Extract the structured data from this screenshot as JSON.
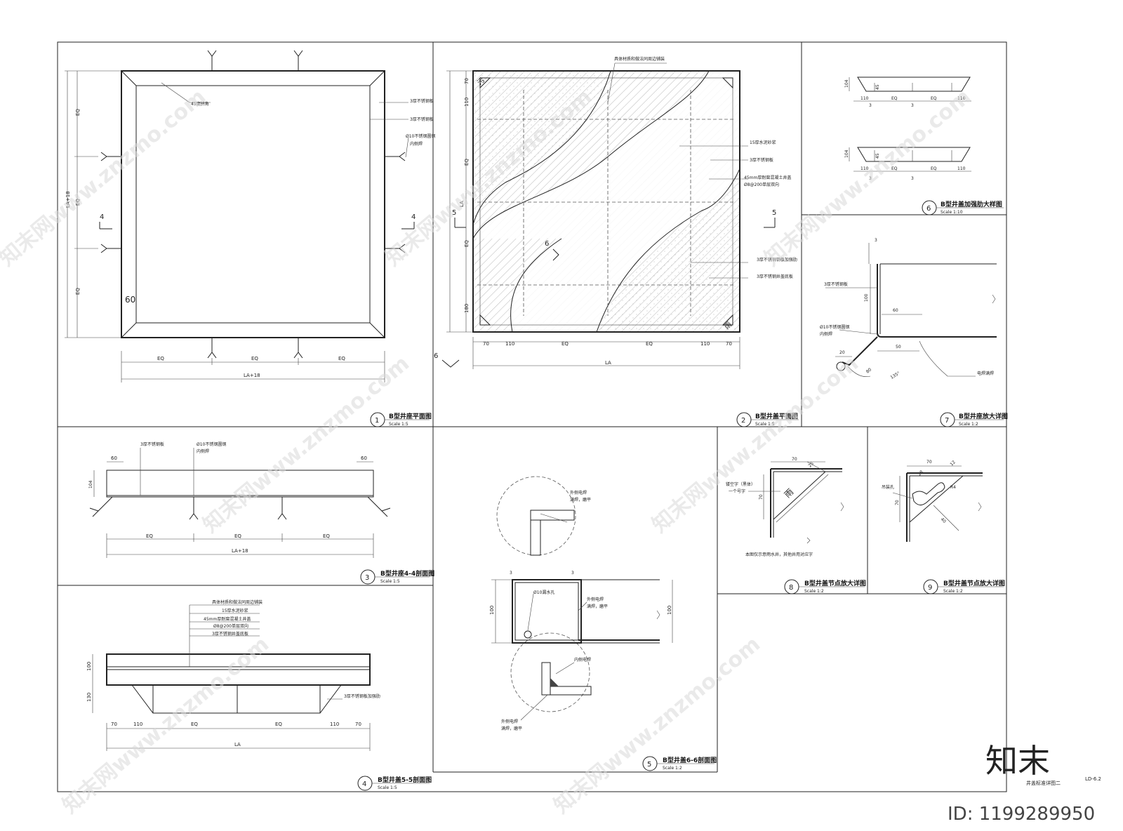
{
  "panels": [
    {
      "num": "1",
      "title": "B型井座平面图",
      "scale": "Scale   1:5"
    },
    {
      "num": "2",
      "title": "B型井盖平面图",
      "scale": "Scale   1:5"
    },
    {
      "num": "6",
      "title": "B型井盖加强肋大样图",
      "scale": "Scale   1:10"
    },
    {
      "num": "7",
      "title": "B型井座放大详图",
      "scale": "Scale   1:2"
    },
    {
      "num": "3",
      "title": "B型井座4-4剖面图",
      "scale": "Scale   1:5"
    },
    {
      "num": "8",
      "title": "B型井盖节点放大详图",
      "scale": "Scale   1:2"
    },
    {
      "num": "9",
      "title": "B型井盖节点放大详图",
      "scale": "Scale   1:2"
    },
    {
      "num": "5",
      "title": "B型井盖6-6剖面图",
      "scale": "Scale   1:2"
    },
    {
      "num": "4",
      "title": "B型井盖5-5剖面图",
      "scale": "Scale   1:5"
    }
  ],
  "p1": {
    "note1": "45度拼角",
    "note2": "3厚不锈钢板",
    "note3": "3厚不锈钢板",
    "note4": "Ø10不锈钢圆钢",
    "note5": "内侧焊",
    "dimEQ": "EQ",
    "dimLA18": "LA+18",
    "dim60": "60",
    "sec4": "4"
  },
  "p2": {
    "topNote": "具体材质和做法同周边铺装",
    "n1": "15厚水泥砂浆",
    "n2": "3厚不锈钢板",
    "n3": "45mm厚耐腐混凝土井盖",
    "n4": "Ø8@200单层双向",
    "n5": "3厚不锈钢钢板加强肋",
    "n6": "3厚不锈钢井盖底板",
    "markRain": "雨",
    "markWash": "污",
    "dimLA": "LA",
    "sec5": "5",
    "sec6": "6",
    "dims": [
      "70",
      "110",
      "EQ",
      "EQ",
      "110",
      "70"
    ],
    "vdims": [
      "70",
      "110",
      "EQ",
      "EQ",
      "180"
    ]
  },
  "p6": {
    "d1": "110",
    "d2": "EQ",
    "d3": "EQ",
    "d4": "110",
    "h": "104",
    "h2": "45",
    "t": "3"
  },
  "p7": {
    "n1": "3厚不锈钢板",
    "n2": "Ø10不锈钢圆钢",
    "n3": "内侧焊",
    "n4": "电焊满焊",
    "d100": "100",
    "d60": "60",
    "d50": "50",
    "d20": "20",
    "d80": "80",
    "d135": "135°",
    "d3": "3"
  },
  "p3": {
    "n1": "3厚不锈钢板",
    "n2": "Ø10不锈钢圆钢",
    "n3": "内侧焊",
    "d60a": "60",
    "d60b": "60",
    "d104": "104",
    "eq": "EQ",
    "la18": "LA+18"
  },
  "p8": {
    "n1": "镂空字（黑体）",
    "n2": "一个号字",
    "n3": "本图仅示意雨水井，其他井用对应字",
    "d70": "70",
    "d25": "25",
    "d70v": "70",
    "glyph": "雨"
  },
  "p9": {
    "n1": "吊装孔",
    "d70": "70",
    "d12": "12",
    "d28": "28",
    "d40": "40",
    "r4": "R4",
    "d70v": "70"
  },
  "p5": {
    "n1": "外侧电焊",
    "n2": "满焊，磨平",
    "n3": "Ø10漏水孔",
    "n4": "外侧电焊",
    "n5": "满焊，磨平",
    "n6": "内侧电焊",
    "n7": "外侧电焊",
    "n8": "满焊，磨平",
    "d100": "100",
    "d100b": "100",
    "d3": "3"
  },
  "p4": {
    "n1": "具体材质和做法同周边铺装",
    "n2": "15厚水泥砂浆",
    "n3": "45mm厚耐腐混凝土井盖",
    "n4": "Ø8@200单层双向",
    "n5": "3厚不锈钢井盖底板",
    "n6": "3厚不锈钢板加强肋",
    "dims": [
      "70",
      "110",
      "EQ",
      "EQ",
      "110",
      "70"
    ],
    "la": "LA",
    "h100": "100",
    "h130": "130"
  },
  "footer": {
    "logo": "知末",
    "sheetTitle": "井盖标准详图二",
    "sheetNo": "LD-6.2",
    "id": "ID: 1199289950"
  },
  "watermark": "知末网www.znzmo.com"
}
